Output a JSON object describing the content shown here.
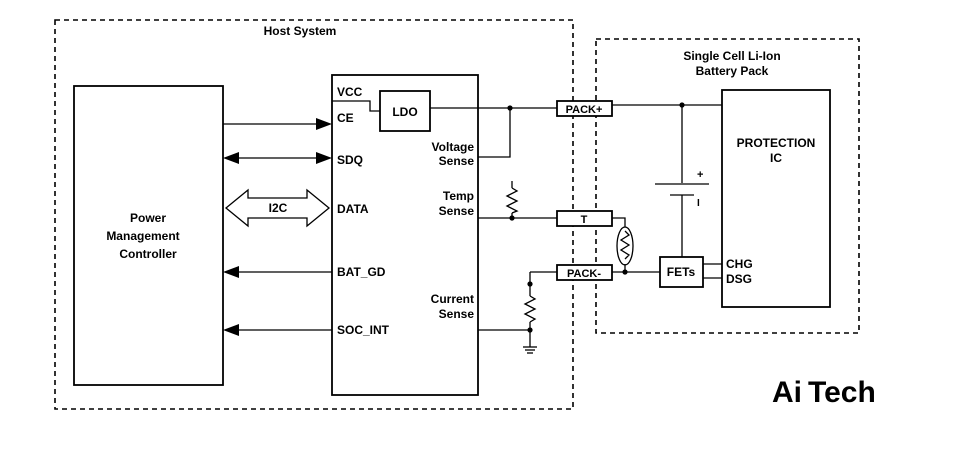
{
  "regions": {
    "host_system": "Host System",
    "battery_pack_line1": "Single Cell Li-Ion",
    "battery_pack_line2": "Battery Pack"
  },
  "blocks": {
    "pmc_line1": "Power",
    "pmc_line2": "Management",
    "pmc_line3": "Controller",
    "ldo": "LDO",
    "protection_line1": "PROTECTION",
    "protection_line2": "IC",
    "fets": "FETs"
  },
  "pins": {
    "vcc": "VCC",
    "ce": "CE",
    "sdq": "SDQ",
    "data": "DATA",
    "bat_gd": "BAT_GD",
    "soc_int": "SOC_INT",
    "voltage_sense_1": "Voltage",
    "voltage_sense_2": "Sense",
    "temp_sense_1": "Temp",
    "temp_sense_2": "Sense",
    "current_sense_1": "Current",
    "current_sense_2": "Sense",
    "chg": "CHG",
    "dsg": "DSG"
  },
  "connectors": {
    "pack_plus": "PACK+",
    "t": "T",
    "pack_minus": "PACK-"
  },
  "bus": {
    "i2c": "I2C"
  },
  "battery": {
    "plus": "+",
    "minus": "I"
  },
  "logo": {
    "part1": "Ai",
    "part2": "Tech",
    "color1": "#4cbb5e",
    "color2": "#3a3a3a"
  }
}
